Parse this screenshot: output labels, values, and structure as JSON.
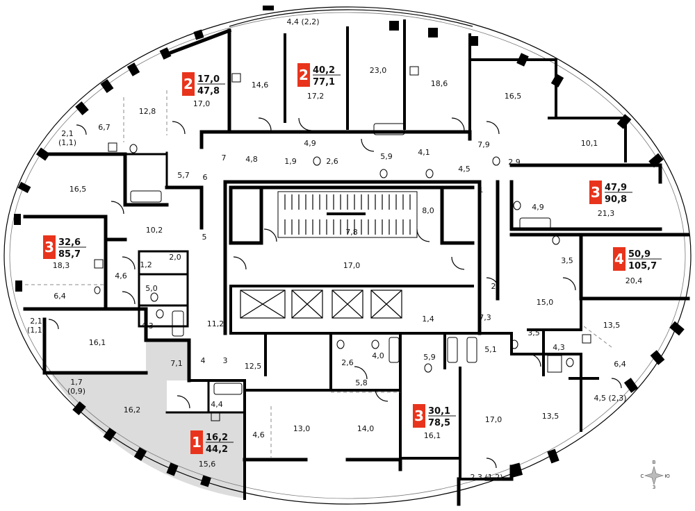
{
  "colors": {
    "badge": "#e8341c",
    "highlight": "#dcdcdc",
    "wall": "#000000"
  },
  "compass": {
    "n": "В",
    "w": "С",
    "e": "Ю",
    "s": "З"
  },
  "apartments": [
    {
      "rooms": "2",
      "living": "17,0",
      "total": "47,8"
    },
    {
      "rooms": "2",
      "living": "40,2",
      "total": "77,1"
    },
    {
      "rooms": "3",
      "living": "47,9",
      "total": "90,8"
    },
    {
      "rooms": "3",
      "living": "32,6",
      "total": "85,7"
    },
    {
      "rooms": "4",
      "living": "50,9",
      "total": "105,7"
    },
    {
      "rooms": "3",
      "living": "30,1",
      "total": "78,5"
    },
    {
      "rooms": "1",
      "living": "16,2",
      "total": "44,2"
    }
  ],
  "areas": [
    "4,4 (2,2)",
    "23,0",
    "14,6",
    "17,2",
    "18,6",
    "16,5",
    "12,8",
    "17,0",
    "6,7",
    "2,1",
    "(1,1)",
    "4,9",
    "1,9",
    "2,6",
    "5,9",
    "4,1",
    "7,9",
    "10,1",
    "4,8",
    "4,5",
    "5,7",
    "2,9",
    "16,5",
    "8,0",
    "4,9",
    "21,3",
    "7,8",
    "10,2",
    "18,3",
    "1,2",
    "2,0",
    "4,6",
    "3,5",
    "17,0",
    "20,4",
    "6,4",
    "5,0",
    "15,0",
    "2,1",
    "(1,1)",
    "11,2",
    "1,4",
    "7,3",
    "13,5",
    "4,3",
    "16,1",
    "3,5",
    "4,3",
    "7,1",
    "12,5",
    "2,6",
    "4,0",
    "5,9",
    "5,1",
    "6,4",
    "1,7",
    "(0,9)",
    "5,8",
    "16,2",
    "4,4",
    "4,5 (2,3)",
    "4,6",
    "13,0",
    "14,0",
    "16,1",
    "17,0",
    "13,5",
    "15,6",
    "2,3 (1,2)"
  ],
  "markers": [
    "7",
    "6",
    "5",
    "1",
    "2",
    "4",
    "3"
  ]
}
